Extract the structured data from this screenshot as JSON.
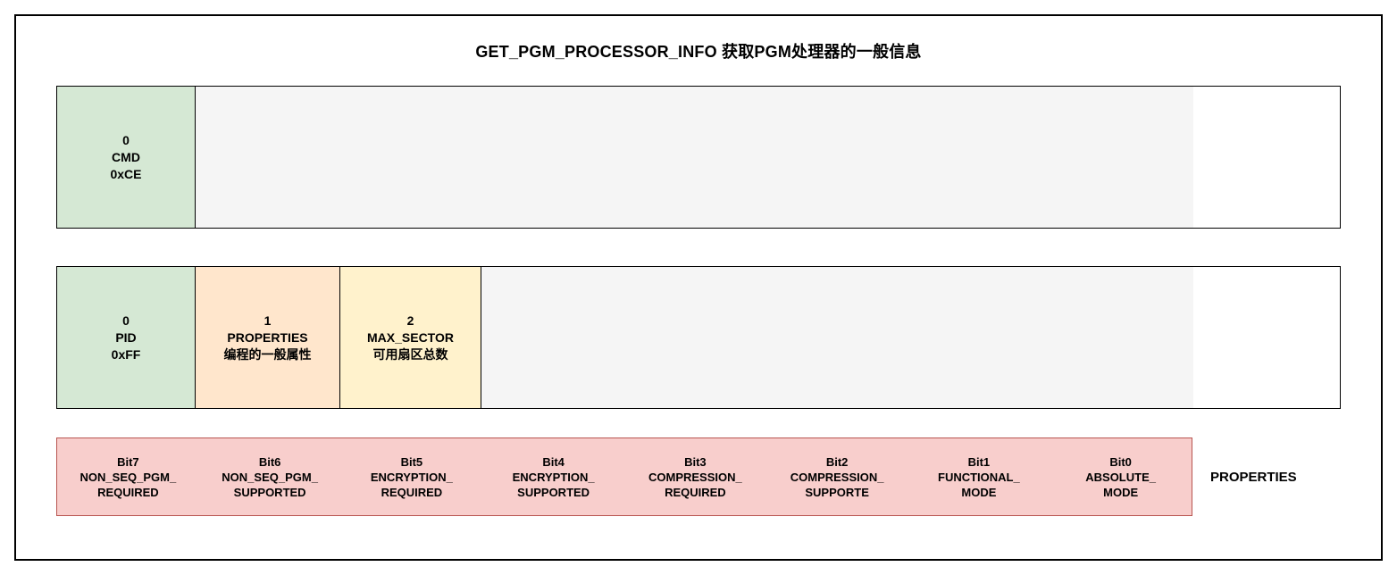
{
  "title": "GET_PGM_PROCESSOR_INFO 获取PGM处理器的一般信息",
  "colors": {
    "green_fill": "#d5e8d4",
    "orange_fill": "#ffe6cc",
    "yellow_fill": "#fff2cc",
    "pink_fill": "#f8cecc",
    "pink_border": "#b85450",
    "gray_fill": "#f5f5f5",
    "frame_border": "#000000"
  },
  "cmd_row": {
    "cells": [
      {
        "line1": "0",
        "line2": "CMD",
        "line3": "0xCE"
      }
    ]
  },
  "pid_row": {
    "cells": [
      {
        "line1": "0",
        "line2": "PID",
        "line3": "0xFF"
      },
      {
        "line1": "1",
        "line2": "PROPERTIES",
        "line3": "编程的一般属性"
      },
      {
        "line1": "2",
        "line2": "MAX_SECTOR",
        "line3": "可用扇区总数"
      }
    ]
  },
  "bits_row": {
    "label": "PROPERTIES",
    "cells": [
      {
        "line1": "Bit7",
        "line2": "NON_SEQ_PGM_",
        "line3": "REQUIRED"
      },
      {
        "line1": "Bit6",
        "line2": "NON_SEQ_PGM_",
        "line3": "SUPPORTED"
      },
      {
        "line1": "Bit5",
        "line2": "ENCRYPTION_",
        "line3": "REQUIRED"
      },
      {
        "line1": "Bit4",
        "line2": "ENCRYPTION_",
        "line3": "SUPPORTED"
      },
      {
        "line1": "Bit3",
        "line2": "COMPRESSION_",
        "line3": "REQUIRED"
      },
      {
        "line1": "Bit2",
        "line2": "COMPRESSION_",
        "line3": "SUPPORTE"
      },
      {
        "line1": "Bit1",
        "line2": "FUNCTIONAL_",
        "line3": "MODE"
      },
      {
        "line1": "Bit0",
        "line2": "ABSOLUTE_",
        "line3": "MODE"
      }
    ]
  }
}
